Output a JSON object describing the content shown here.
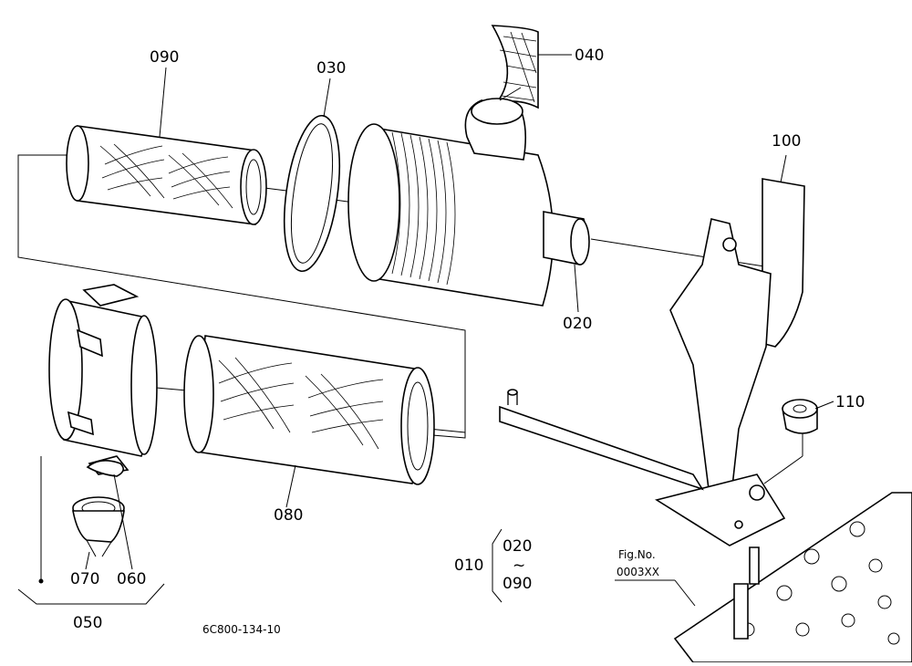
{
  "colors": {
    "ink": "#000000",
    "paper": "#ffffff"
  },
  "labels": {
    "p090": "090",
    "p030": "030",
    "p040": "040",
    "p100": "100",
    "p020": "020",
    "p110": "110",
    "p080": "080",
    "p070": "070",
    "p060": "060",
    "p050": "050",
    "p010": "010",
    "range_start": "020",
    "range_sep": "~",
    "range_end": "090"
  },
  "fig_ref": {
    "label": "Fig.No.",
    "number": "0003XX"
  },
  "drawing_code": "6C800-134-10"
}
